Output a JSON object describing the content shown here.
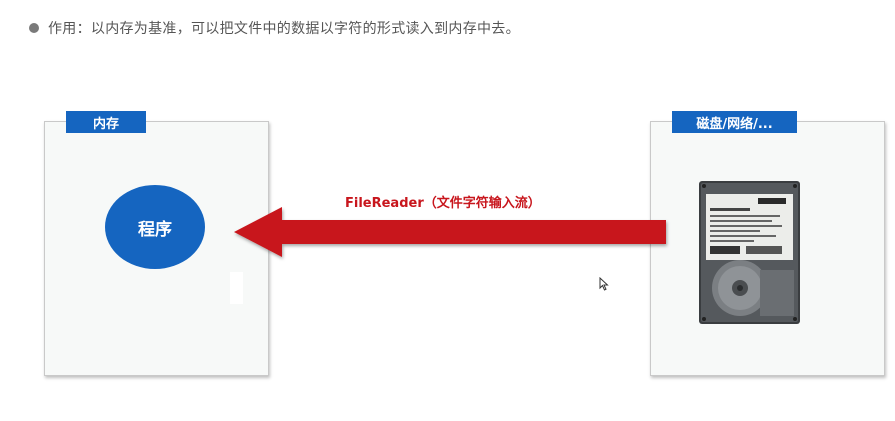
{
  "bullet": {
    "text": "作用：以内存为基准，可以把文件中的数据以字符的形式读入到内存中去。"
  },
  "diagram": {
    "left_panel": {
      "tag": "内存",
      "node": "程序"
    },
    "right_panel": {
      "tag": "磁盘/网络/...",
      "device_icon": "hard-drive-icon"
    },
    "arrow": {
      "label": "FileReader（文件字符输入流）",
      "direction": "right-to-left",
      "color": "#c8161d"
    }
  },
  "colors": {
    "accent_blue": "#1565c0",
    "arrow_red": "#c8161d",
    "panel_bg": "#f7f9f8"
  }
}
